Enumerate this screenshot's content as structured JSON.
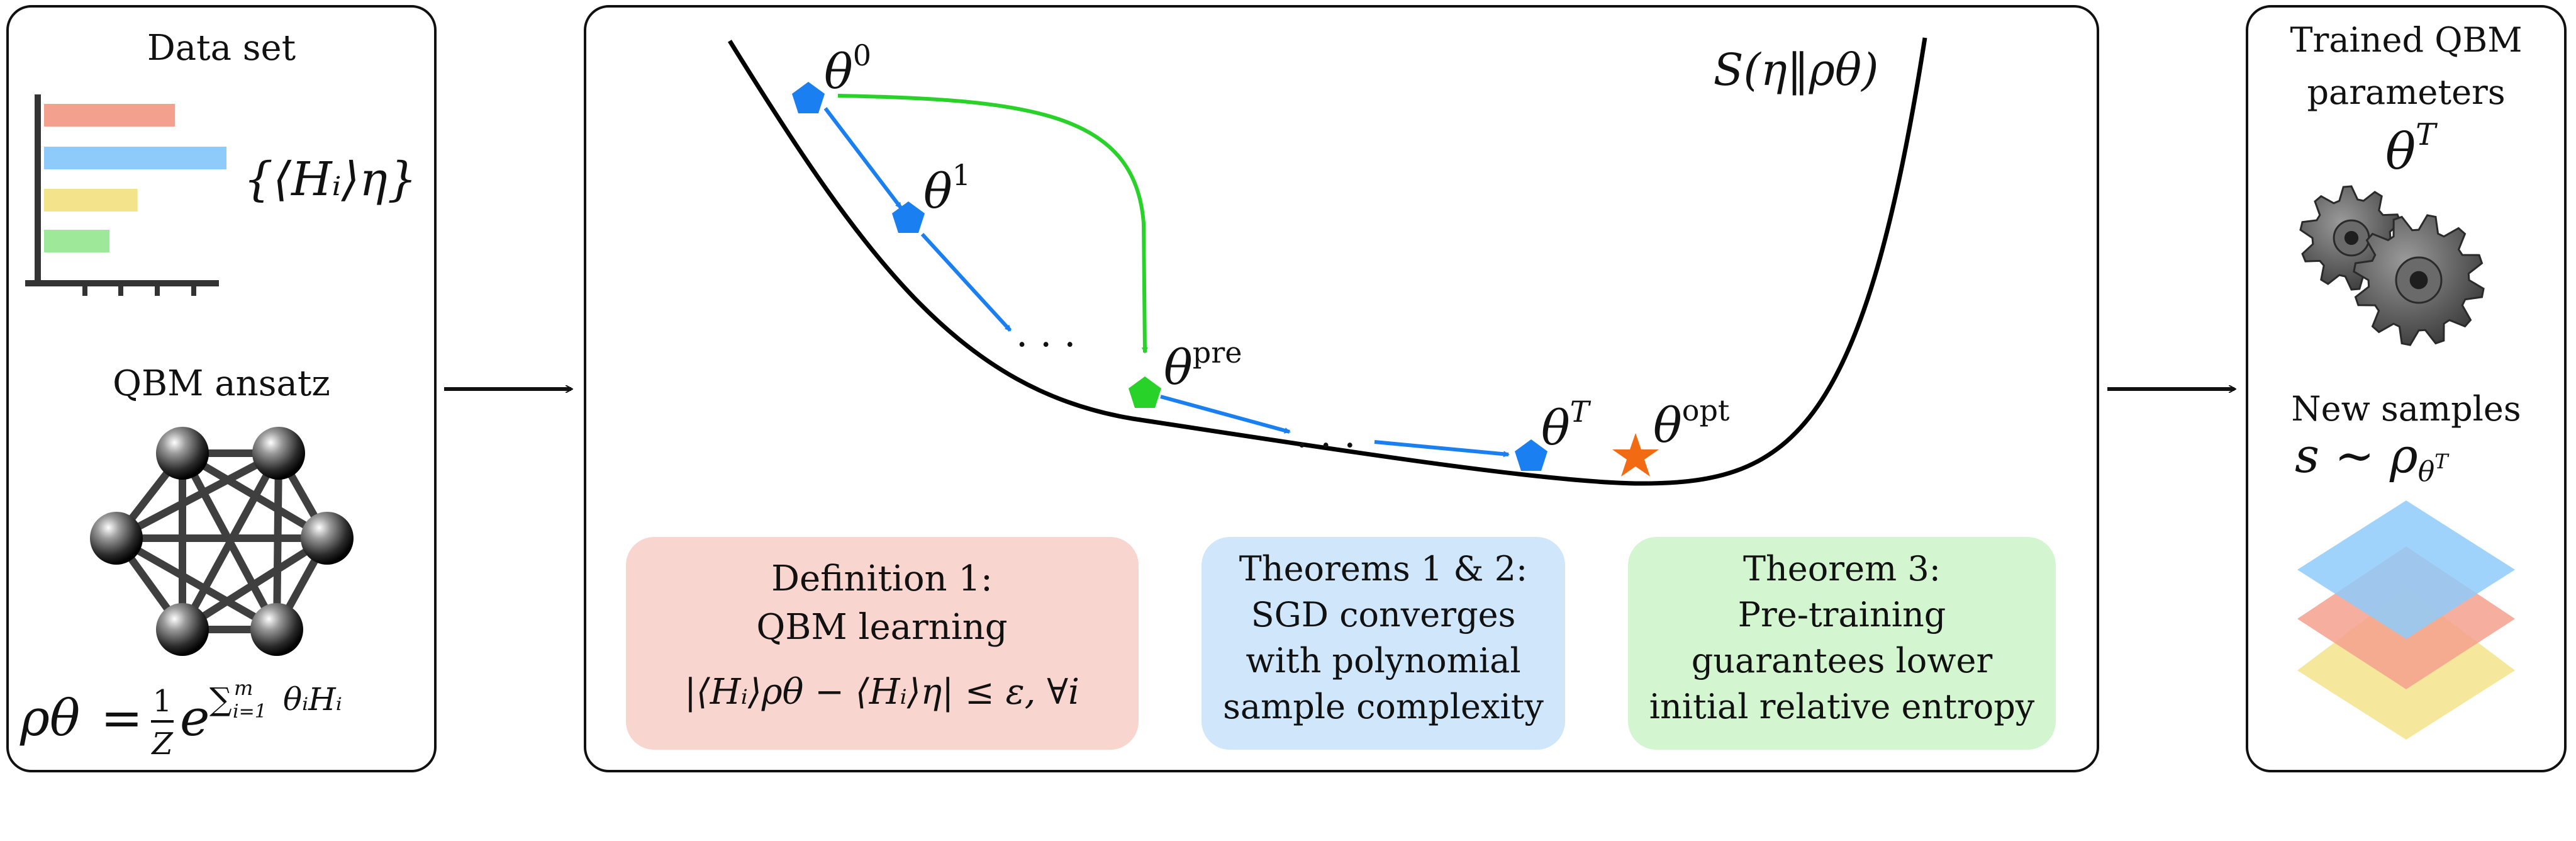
{
  "colors": {
    "blue": "#1a7ff0",
    "green": "#28d228",
    "orange": "#f26a12",
    "bar_red": "#f4a08e",
    "bar_blue": "#8fcbfa",
    "bar_yellow": "#f3e48c",
    "bar_green": "#9ee89a",
    "box_red": "#f9d5cf",
    "box_blue": "#cfe6fb",
    "box_green": "#d3f6d1"
  },
  "left_panel": {
    "data_title": "Data set",
    "data_expr": "{⟨Hᵢ⟩η}",
    "bar_values": [
      0.56,
      0.78,
      0.4,
      0.28
    ],
    "ansatz_title": "QBM ansatz",
    "formula": {
      "lhs": "ρθ",
      "eq": "=",
      "frac_num": "1",
      "frac_den": "Z",
      "base": "e",
      "exp_sum": "∑",
      "exp_lim": "m",
      "exp_lim_low": "i=1",
      "exp_term": "θᵢHᵢ"
    }
  },
  "center_panel": {
    "curve_label": "S(η‖ρθ)",
    "points": {
      "theta0": {
        "base": "θ",
        "sup": "0"
      },
      "theta1": {
        "base": "θ",
        "sup": "1"
      },
      "theta_pre": {
        "base": "θ",
        "sup": "pre"
      },
      "theta_T": {
        "base": "θ",
        "sup": "T"
      },
      "theta_opt": {
        "base": "θ",
        "sup": "opt"
      }
    },
    "ellipsis1": ". . .",
    "ellipsis2": ". . .",
    "boxes": [
      {
        "line1": "Definition 1:",
        "line2": "QBM learning",
        "line3": "|⟨Hᵢ⟩ρθ − ⟨Hᵢ⟩η| ≤ ε, ∀i"
      },
      {
        "line1": "Theorems 1 & 2:",
        "line2": "SGD converges",
        "line3": "with polynomial",
        "line4": "sample complexity"
      },
      {
        "line1": "Theorem 3:",
        "line2": "Pre-training",
        "line3": "guarantees lower",
        "line4": "initial relative entropy"
      }
    ]
  },
  "right_panel": {
    "title1": "Trained QBM",
    "title2": "parameters",
    "theta_T": {
      "base": "θ",
      "sup": "T"
    },
    "samples_title": "New samples",
    "samples_expr": "s ∼ ρ",
    "samples_sub": "θ",
    "samples_sub_sup": "T"
  }
}
